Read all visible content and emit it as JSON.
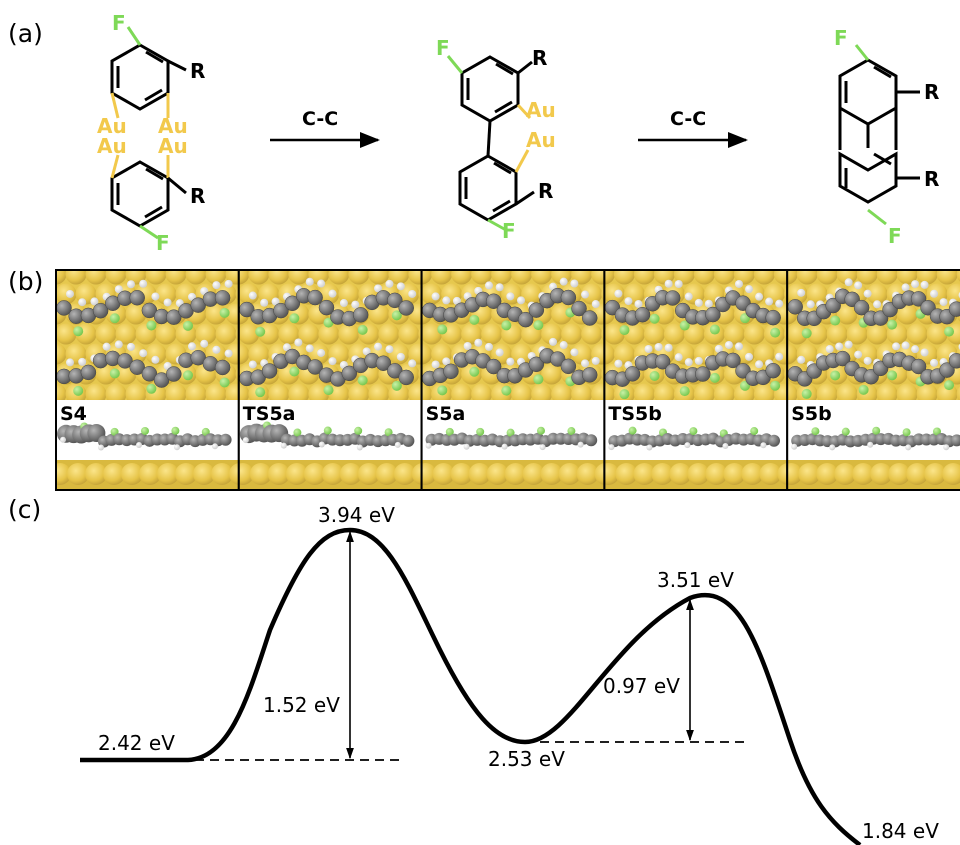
{
  "panels": {
    "a": "(a)",
    "b": "(b)",
    "c": "(c)"
  },
  "reaction": {
    "arrow1_label": "C-C",
    "arrow2_label": "C-C",
    "substituent": "R",
    "halogen": "F",
    "metal": "Au"
  },
  "frames": [
    "S4",
    "TS5a",
    "S5a",
    "TS5b",
    "S5b"
  ],
  "energies": {
    "s4": "2.42 eV",
    "ts5a": "3.94 eV",
    "barrier1": "1.52 eV",
    "s5a": "2.53 eV",
    "ts5b": "3.51 eV",
    "barrier2": "0.97 eV",
    "s5b": "1.84 eV"
  },
  "colors": {
    "fluorine": "#7ed957",
    "gold": "#f2c94c",
    "surface": "#e8cc55",
    "carbon": "#6e6e6e",
    "hydrogen": "#eeeeee",
    "line": "#000000"
  }
}
